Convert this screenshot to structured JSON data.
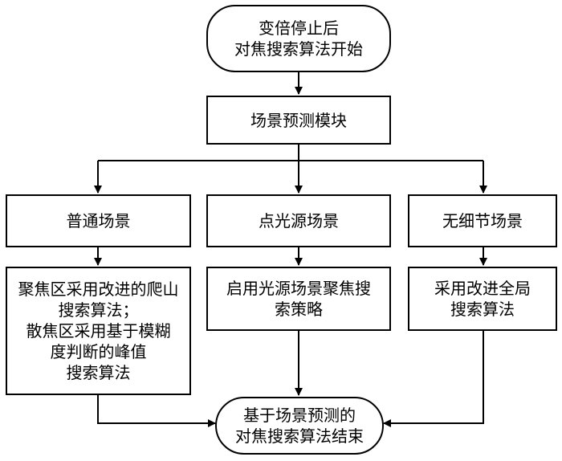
{
  "start": {
    "line1": "变倍停止后",
    "line2": "对焦搜索算法开始"
  },
  "predict": {
    "label": "场景预测模块"
  },
  "scenes": {
    "normal": "普通场景",
    "point": "点光源场景",
    "nodetail": "无细节场景"
  },
  "actions": {
    "normal": [
      "聚焦区采用改进的爬山",
      "搜索算法；",
      "散焦区采用基于模糊",
      "度判断的峰值",
      "搜索算法"
    ],
    "point": [
      "启用光源场景聚焦搜",
      "索策略"
    ],
    "nodetail": [
      "采用改进全局",
      "搜索算法"
    ]
  },
  "end": {
    "line1": "基于场景预测的",
    "line2": "对焦搜索算法结束"
  }
}
